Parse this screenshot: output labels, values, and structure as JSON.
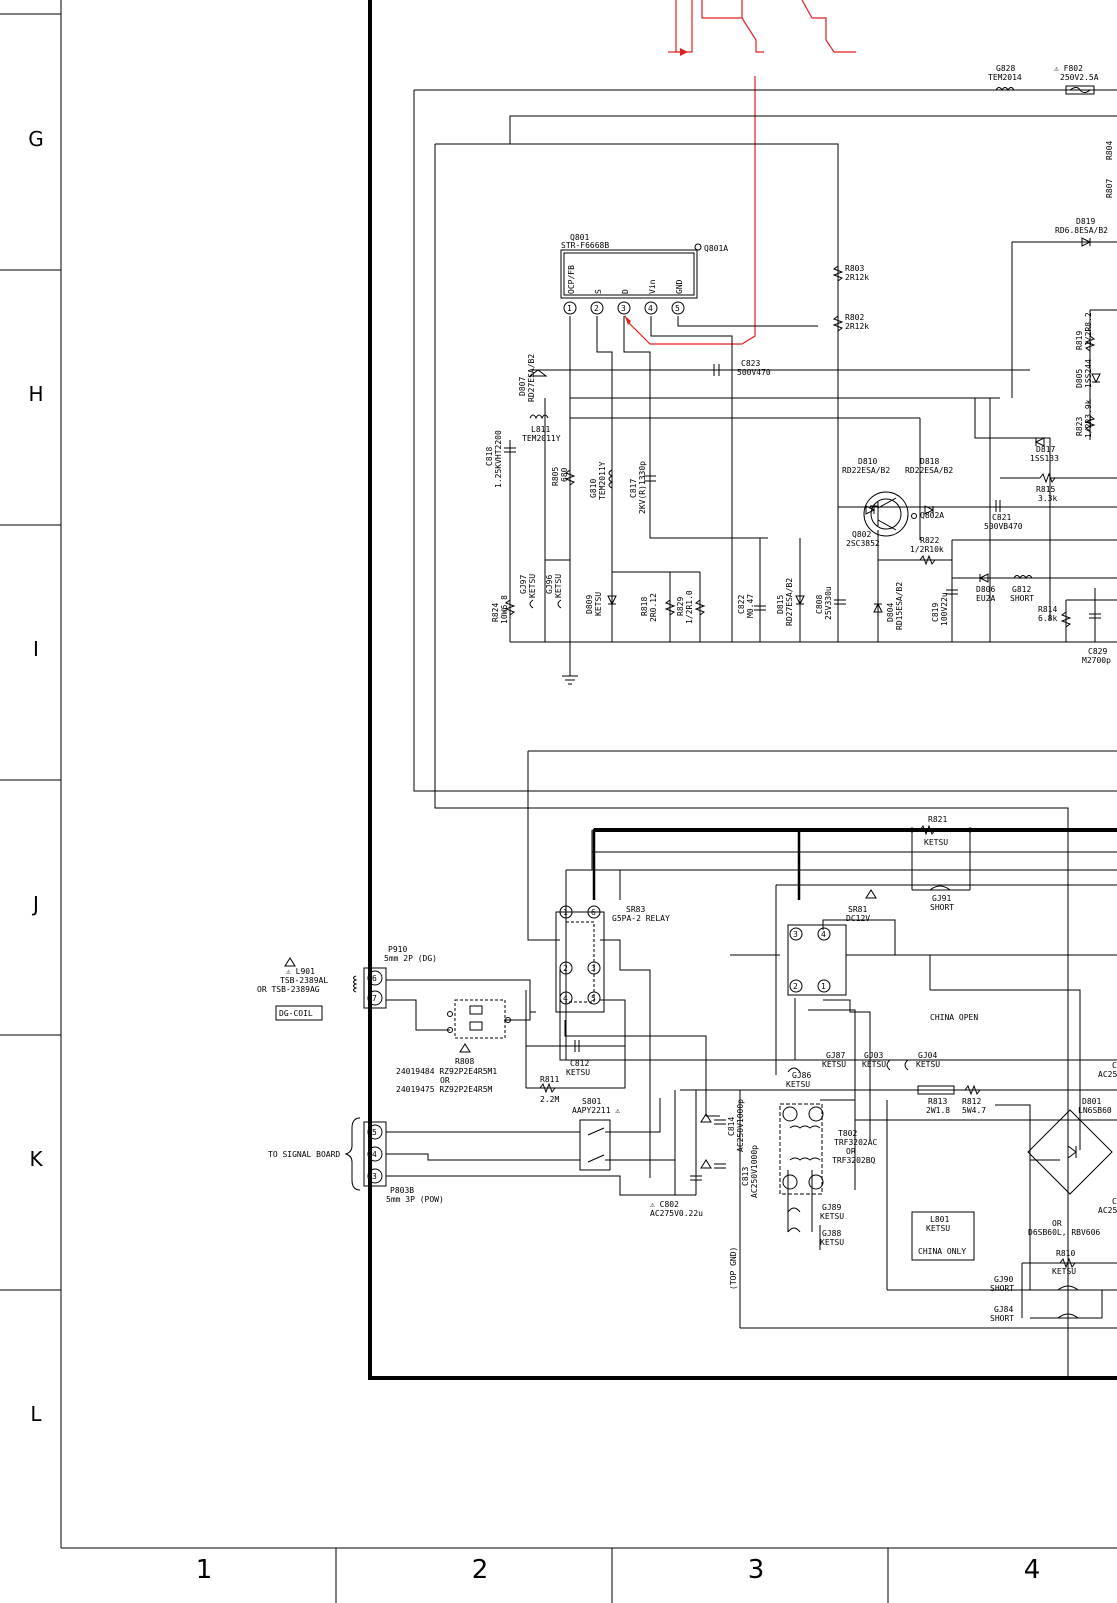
{
  "grid": {
    "rows": [
      "G",
      "H",
      "I",
      "J",
      "K",
      "L"
    ],
    "cols": [
      "1",
      "2",
      "3",
      "4"
    ]
  },
  "labels": {
    "g828": "G828",
    "g828v": "TEM2014",
    "f802": "⚠ F802",
    "f802v": "250V2.5A",
    "r804": "R804",
    "r807": "R807",
    "d819": "D819",
    "d819v": "RD6.8ESA/B2",
    "q801": "Q801",
    "q801v": "STR-F6668B",
    "q801a": "Q801A",
    "pin_ocp": "OCP/FB",
    "pin_s": "S",
    "pin_d": "D",
    "pin_vin": "Vin",
    "pin_gnd": "GND",
    "r803": "R803",
    "r803v": "2R12k",
    "r802": "R802",
    "r802v": "2R12k",
    "c823": "C823",
    "c823v": "500V470",
    "d807": "D807",
    "d807v": "RD27ESA/B2",
    "l811": "L811",
    "l811v": "TEM2011Y",
    "c818": "C818",
    "c818v": "1.25KVHT2200",
    "r805": "R805",
    "r805v": "680",
    "g810": "G810",
    "g810v": "TEM2011Y",
    "c817": "C817",
    "c817v": "2KV(R)1330p",
    "d810": "D810",
    "d810v": "RD22ESA/B2",
    "d818": "D818",
    "d818v": "RD22ESA/B2",
    "q802a": "Q802A",
    "q802": "Q802",
    "q802v": "2SC3852",
    "c821": "C821",
    "c821v": "500VB470",
    "r822": "R822",
    "r822v": "1/2R10k",
    "d817": "D817",
    "d817v": "1SS133",
    "r815": "R815",
    "r815v": "3.3k",
    "r819": "R819",
    "r819v": "1/2R8.2",
    "d805": "D805",
    "d805v": "1SS244",
    "r823": "R823",
    "r823v": "1/2R3.9k",
    "r824": "R824",
    "r824v": "10W6.8",
    "gj97": "GJ97",
    "gj97v": "KETSU",
    "gj96": "GJ96",
    "gj96v": "KETSU",
    "d809": "D809",
    "d809v": "KETSU",
    "r818": "R818",
    "r818v": "2R0.12",
    "r829": "R829",
    "r829v": "1/2R1.0",
    "c822": "C822",
    "c822v": "M0.47",
    "d815": "D815",
    "d815v": "RD27ESA/B2",
    "c808": "C808",
    "c808v": "25V330u",
    "d804": "D804",
    "d804v": "RD15ESA/B2",
    "c819": "C819",
    "c819v": "100V22u",
    "d806": "D806",
    "d806v": "EU2A",
    "g812": "G812",
    "g812v": "SHORT",
    "r814": "R814",
    "r814v": "6.8k",
    "c829": "C829",
    "c829v": "M2700p",
    "r821": "R821",
    "r821v": "KETSU",
    "gj91": "GJ91",
    "gj91v": "SHORT",
    "sr83": "SR83",
    "sr83v": "G5PA-2 RELAY",
    "sr81": "SR81",
    "sr81v": "DC12V",
    "p910": "P910",
    "p910v": "5mm 2P (DG)",
    "l901": "⚠ L901",
    "l901v": "TSB-2389AL",
    "l901v2": "OR TSB-2389AG",
    "dgcoil": "DG-COIL",
    "r808": "R808",
    "r808v1": "24019484  RZ92P2E4R5M1",
    "r808or": "OR",
    "r808v2": "24019475  RZ92P2E4R5M",
    "c812": "C812",
    "c812v": "KETSU",
    "r811": "R811",
    "r811v": "2.2M",
    "s801": "S801",
    "s801v": "AAPY2211 ⚠",
    "to_signal": "TO SIGNAL BOARD",
    "p803b": "P803B",
    "p803bv": "5mm 3P (POW)",
    "c802": "⚠  C802",
    "c802v": "AC275V0.22u",
    "c814": "C814",
    "c814v": "AC250V1000p",
    "c813": "C813",
    "c813v": "AC250V1000p",
    "gj87": "GJ87",
    "gj87v": "KETSU",
    "gj86": "GJ86",
    "gj86v": "KETSU",
    "gj03": "GJ03",
    "gj03v": "KETSU",
    "gj04": "GJ04",
    "gj04v": "KETSU",
    "china_open": "CHINA OPEN",
    "r813": "R813",
    "r813v": "2W1.8",
    "r812": "R812",
    "r812v": "5W4.7",
    "t802": "T802",
    "t802v": "TRF3202AC",
    "t802or": "OR",
    "t802v2": "TRF3202BQ",
    "gj89": "GJ89",
    "gj89v": "KETSU",
    "gj88": "GJ88",
    "gj88v": "KETSU",
    "l801": "L801",
    "l801v": "KETSU",
    "china_only": "CHINA ONLY",
    "top_gnd": "(TOP GND)",
    "d801": "D801",
    "d801v": "LN6SB60",
    "d801or": "OR",
    "d801v2": "D6SB60L, RBV606",
    "r810": "R810",
    "r810v": "KETSU",
    "gj90": "GJ90",
    "gj90v": "SHORT",
    "gj84": "GJ84",
    "gj84v": "SHORT",
    "cut_c1": "C",
    "cut_c1v": "AC25",
    "cut_c2": "C",
    "cut_c2v": "AC25"
  }
}
